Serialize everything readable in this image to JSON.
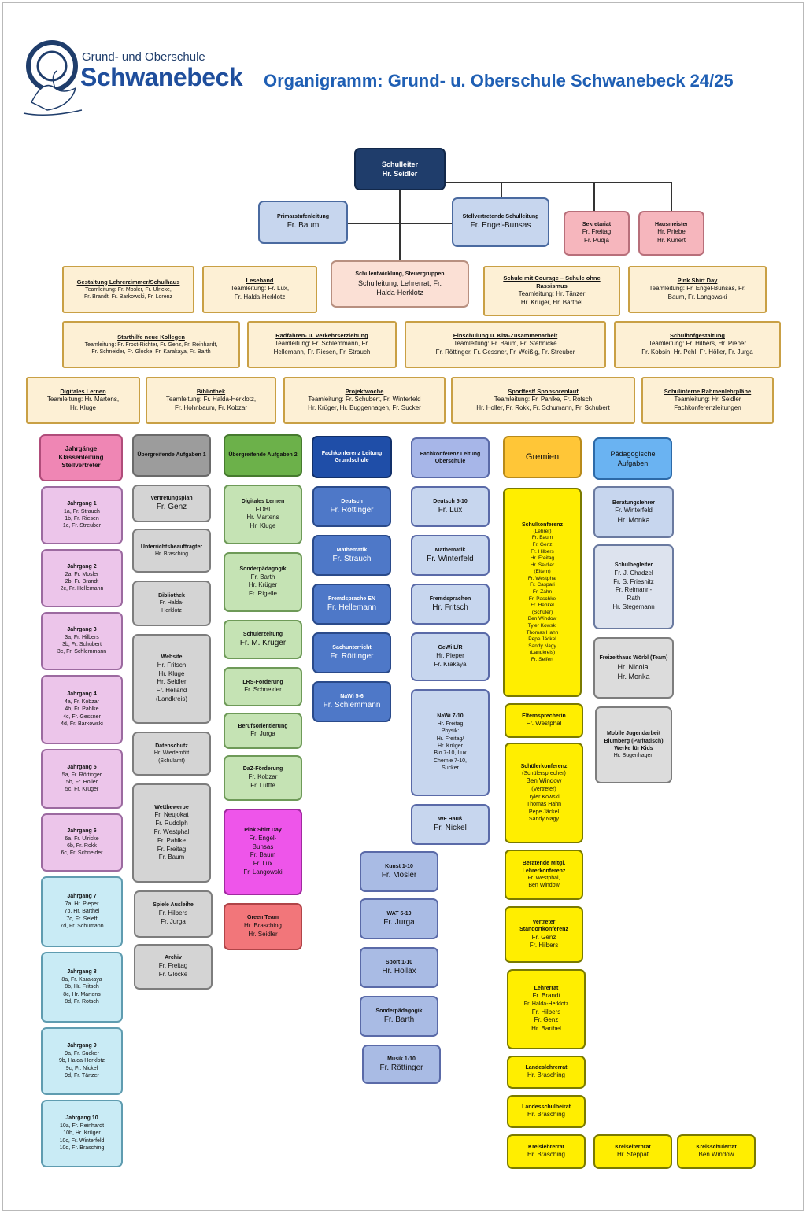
{
  "header": {
    "logo_line1": "Grund- und Oberschule",
    "logo_line2": "Schwanebeck",
    "title": "Organigramm: Grund- u. Oberschule Schwanebeck 24/25"
  },
  "colors": {
    "navy": "#1f3d6b",
    "light_blue": "#c7d6ee",
    "pink": "#f6b6bd",
    "peach": "#fbe0d5",
    "cream": "#fdf0d5",
    "magenta": "#ef86b4",
    "lilac": "#ecc5ea",
    "light_cyan": "#c9ebf5",
    "grey": "#d4d4d4",
    "green": "#c5e3b4",
    "yellow": "#ffee00",
    "orange": "#ffc637",
    "blue_med": "#4e78c8",
    "periwinkle": "#a7b6e8"
  },
  "top": {
    "head": {
      "title": "Schulleiter",
      "lines": [
        "Hr. Seidler"
      ]
    },
    "primar": {
      "title": "Primarstufenleitung",
      "lines": [
        "Fr. Baum"
      ]
    },
    "stellv": {
      "title": "Stellvertretende Schulleitung",
      "lines": [
        "Fr. Engel-Bunsas"
      ]
    },
    "sekretariat": {
      "title": "Sekretariat",
      "lines": [
        "Fr. Freitag",
        "Fr. Pudja"
      ]
    },
    "hausmeister": {
      "title": "Hausmeister",
      "lines": [
        "Hr. Priebe",
        "Hr. Kunert"
      ]
    }
  },
  "teams": {
    "schulentwicklung": {
      "title": "Schulentwicklung, Steuergruppen",
      "lines": [
        "Schulleitung, Lehrerrat, Fr.",
        "Halda-Herklotz"
      ]
    },
    "row1": [
      {
        "title": "Gestaltung Lehrerzimmer/Schulhaus",
        "lines": [
          "Teamleitung: Fr. Mosler, Fr. Ulricke,",
          "Fr. Brandt, Fr. Barkowski, Fr. Lorenz"
        ]
      },
      {
        "title": "Leseband",
        "lines": [
          "Teamleitung: Fr. Lux,",
          "Fr. Halda-Herklotz"
        ]
      },
      {
        "title": "Schule mit Courage – Schule ohne Rassismus",
        "lines": [
          "Teamleitung: Hr. Tänzer",
          "Hr. Krüger, Hr. Barthel"
        ]
      },
      {
        "title": "Pink Shirt Day",
        "lines": [
          "Teamleitung: Fr. Engel-Bunsas, Fr.",
          "Baum, Fr. Langowski"
        ]
      }
    ],
    "row2": [
      {
        "title": "Starthilfe neue Kollegen",
        "lines": [
          "Teamleitung: Fr. Frost-Richter, Fr. Genz, Fr. Reinhardt,",
          "Fr. Schneider, Fr. Glocke, Fr. Karakaya, Fr. Barth"
        ]
      },
      {
        "title": "Radfahren- u. Verkehrserziehung",
        "lines": [
          "Teamleitung: Fr. Schlemmann, Fr.",
          "Hellemann, Fr. Riesen, Fr. Strauch"
        ]
      },
      {
        "title": "Einschulung u. Kita-Zusammenarbeit",
        "lines": [
          "Teamleitung: Fr. Baum, Fr. Stehnicke",
          "Fr. Röttinger, Fr. Gessner, Fr. Weißig, Fr. Streuber"
        ]
      },
      {
        "title": "Schulhofgestaltung",
        "lines": [
          "Teamleitung: Fr. Hilbers, Hr. Pieper",
          "Fr. Kobsin, Hr. Pehl, Fr. Höller, Fr. Jurga"
        ]
      }
    ],
    "row3": [
      {
        "title": "Digitales Lernen",
        "lines": [
          "Teamleitung: Hr. Martens,",
          "Hr. Kluge"
        ]
      },
      {
        "title": "Bibliothek",
        "lines": [
          "Teamleitung: Fr. Halda-Herklotz,",
          "Fr. Hohnbaum, Fr. Kobzar"
        ]
      },
      {
        "title": "Projektwoche",
        "lines": [
          "Teamleitung: Fr. Schubert, Fr. Winterfeld",
          "Hr. Krüger, Hr. Buggenhagen, Fr. Sucker"
        ]
      },
      {
        "title": "Sportfest/ Sponsorenlauf",
        "lines": [
          "Teamleitung: Fr. Pahlke, Fr. Rotsch",
          "Hr. Holler, Fr. Rokk, Fr. Schumann, Fr. Schubert"
        ]
      },
      {
        "title": "Schulinterne Rahmenlehrpläne",
        "lines": [
          "Teamleitung: Hr. Seidler",
          "Fachkonferenzleitungen"
        ]
      }
    ]
  },
  "columns": {
    "jahrgang": {
      "header": "Jahrgänge Klassenleitung Stellvertreter",
      "items": [
        {
          "title": "Jahrgang 1",
          "lines": [
            "1a, Fr. Strauch",
            "1b, Fr. Riesen",
            "1c, Fr. Streuber"
          ]
        },
        {
          "title": "Jahrgang 2",
          "lines": [
            "2a, Fr. Mosler",
            "2b, Fr. Brandt",
            "2c, Fr. Hellemann"
          ]
        },
        {
          "title": "Jahrgang 3",
          "lines": [
            "3a, Fr. Hilbers",
            "3b, Fr. Schubert",
            "3c, Fr. Schlemmann"
          ]
        },
        {
          "title": "Jahrgang 4",
          "lines": [
            "4a, Fr. Kobzar",
            "4b, Fr. Pahlke",
            "4c, Fr. Gessner",
            "4d, Fr. Barkowski"
          ]
        },
        {
          "title": "Jahrgang 5",
          "lines": [
            "5a, Fr. Röttinger",
            "5b, Fr. Höller",
            "5c, Fr. Krüger"
          ]
        },
        {
          "title": "Jahrgang 6",
          "lines": [
            "6a, Fr. Ulricke",
            "6b, Fr. Rokk",
            "6c, Fr. Schneider"
          ]
        },
        {
          "title": "Jahrgang 7",
          "lines": [
            "7a, Hr. Pieper",
            "7b, Hr. Barthel",
            "7c, Fr. Seleff",
            "7d, Fr. Schumann"
          ]
        },
        {
          "title": "Jahrgang 8",
          "lines": [
            "8a, Fr. Karakaya",
            "8b, Hr. Fritsch",
            "8c, Hr. Martens",
            "8d, Fr. Rotsch"
          ]
        },
        {
          "title": "Jahrgang 9",
          "lines": [
            "9a, Fr. Sucker",
            "9b, Halda-Herklotz",
            "9c, Fr. Nickel",
            "9d, Fr. Tänzer"
          ]
        },
        {
          "title": "Jahrgang 10",
          "lines": [
            "10a, Fr. Reinhardt",
            "10b, Hr. Krüger",
            "10c, Fr. Winterfeld",
            "10d, Fr. Brasching"
          ]
        }
      ]
    },
    "aufgaben1": {
      "header": "Übergreifende Aufgaben 1",
      "items": [
        {
          "title": "Vertretungsplan",
          "lines": [
            "Fr. Genz"
          ]
        },
        {
          "title": "Unterrichtsbeauftragter",
          "lines": [
            "Hr. Brasching"
          ]
        },
        {
          "title": "Bibliothek",
          "lines": [
            "Fr. Halda-",
            "Herklotz"
          ]
        },
        {
          "title": "Website",
          "lines": [
            "Hr. Fritsch",
            "Hr. Kluge",
            "Hr. Seidler",
            "Fr. Helland",
            "(Landkreis)"
          ]
        },
        {
          "title": "Datenschutz",
          "lines": [
            "Hr. Wiedemöft",
            "(Schulamt)"
          ]
        },
        {
          "title": "Wettbewerbe",
          "lines": [
            "Fr. Neujokat",
            "Fr. Rudolph",
            "Fr. Westphal",
            "Fr. Pahlke",
            "Fr. Freitag",
            "Fr. Baum"
          ]
        },
        {
          "title": "Spiele Ausleihe",
          "lines": [
            "Fr. Hilbers",
            "Fr. Jurga"
          ]
        },
        {
          "title": "Archiv",
          "lines": [
            "Fr. Freitag",
            "Fr. Glocke"
          ]
        }
      ]
    },
    "aufgaben2": {
      "header": "Übergreifende Aufgaben 2",
      "items": [
        {
          "title": "Digitales Lernen",
          "lines": [
            "FOBI",
            "Hr. Martens",
            "Hr. Kluge"
          ]
        },
        {
          "title": "Sonderpädagogik",
          "lines": [
            "Fr. Barth",
            "Hr. Krüger",
            "Fr. Rigelle"
          ]
        },
        {
          "title": "Schülerzeitung",
          "lines": [
            "Fr. M. Krüger"
          ]
        },
        {
          "title": "LRS-Förderung",
          "lines": [
            "Fr. Schneider"
          ]
        },
        {
          "title": "Berufsorientierung",
          "lines": [
            "Fr. Jurga"
          ]
        },
        {
          "title": "DaZ-Förderung",
          "lines": [
            "Fr. Kobzar",
            "Fr. Luftte"
          ]
        },
        {
          "title": "Pink Shirt Day",
          "lines": [
            "Fr. Engel-",
            "Bunsas",
            "Fr. Baum",
            "Fr. Lux",
            "Fr. Langowski"
          ]
        },
        {
          "title": "Green Team",
          "lines": [
            "Hr. Brasching",
            "Hr. Seidler"
          ]
        }
      ]
    },
    "fk_grund": {
      "header": "Fachkonferenz Leitung Grundschule",
      "items": [
        {
          "title": "Deutsch",
          "lines": [
            "Fr. Röttinger"
          ]
        },
        {
          "title": "Mathematik",
          "lines": [
            "Fr. Strauch"
          ]
        },
        {
          "title": "Fremdsprache EN",
          "lines": [
            "Fr. Hellemann"
          ]
        },
        {
          "title": "Sachunterricht",
          "lines": [
            "Fr. Röttinger"
          ]
        },
        {
          "title": "NaWi 5-6",
          "lines": [
            "Fr. Schlemmann"
          ]
        }
      ]
    },
    "fk_ober": {
      "header": "Fachkonferenz Leitung Oberschule",
      "items": [
        {
          "title": "Deutsch 5-10",
          "lines": [
            "Fr. Lux"
          ]
        },
        {
          "title": "Mathematik",
          "lines": [
            "Fr. Winterfeld"
          ]
        },
        {
          "title": "Fremdsprachen",
          "lines": [
            "Hr. Fritsch"
          ]
        },
        {
          "title": "GeWi L/R",
          "lines": [
            "Hr. Pieper",
            "Fr. Krakaya"
          ]
        },
        {
          "title": "NaWi 7-10",
          "lines": [
            "Hr. Freitag",
            "Physik:",
            "Hr. Freitag/",
            "Hr. Krüger",
            "Bio 7-10, Lux",
            "Chemie 7-10,",
            "Sucker"
          ]
        },
        {
          "title": "WF Hauß",
          "lines": [
            "Fr. Nickel"
          ]
        }
      ]
    },
    "fk_extra": [
      {
        "title": "Kunst 1-10",
        "lines": [
          "Fr. Mosler"
        ]
      },
      {
        "title": "WAT 5-10",
        "lines": [
          "Fr. Jurga"
        ]
      },
      {
        "title": "Sport 1-10",
        "lines": [
          "Hr. Hollax"
        ]
      },
      {
        "title": "Sonderpädagogik",
        "lines": [
          "Fr. Barth"
        ]
      },
      {
        "title": "Musik 1-10",
        "lines": [
          "Fr. Röttinger"
        ]
      }
    ],
    "gremien": {
      "header": "Gremien",
      "items": [
        {
          "title": "Schulkonferenz",
          "lines": [
            "(Lehrer)",
            "Fr. Baum",
            "Fr. Genz",
            "Fr. Hilbers",
            "Hr. Freitag",
            "Hr. Seidler",
            "(Eltern)",
            "Fr. Westphal",
            "Fr. Caspari",
            "Fr. Zahn",
            "Fr. Paschke",
            "Fr. Henkel",
            "(Schüler)",
            "Ben Window",
            "Tyler Kowski",
            "Thomas Hahn",
            "Pepe Jäckel",
            "Sandy Nagy",
            "(Landkreis)",
            "Fr. Seifert"
          ]
        },
        {
          "title": "Elternsprecherin",
          "lines": [
            "Fr. Westphal"
          ]
        },
        {
          "title": "Schülerkonferenz",
          "lines": [
            "(Schülersprecher)",
            "Ben Window",
            "(Vertreter)",
            "Tyler Kowski",
            "Thomas Hahn",
            "Pepe Jäckel",
            "Sandy Nagy"
          ]
        },
        {
          "title": "Beratende Mitgl. Lehrerkonferenz",
          "lines": [
            "Fr. Westphal,",
            "Ben Window"
          ]
        },
        {
          "title": "Vertreter Standortkonferenz",
          "lines": [
            "Fr. Genz",
            "Fr. Hilbers"
          ]
        },
        {
          "title": "Lehrerrat",
          "lines": [
            "Fr. Brandt",
            "Fr. Halda-Herklotz",
            "Fr. Hilbers",
            "Fr. Genz",
            "Hr. Barthel"
          ]
        },
        {
          "title": "Landeslehrerrat",
          "lines": [
            "Hr. Brasching"
          ]
        },
        {
          "title": "Landesschulbeirat",
          "lines": [
            "Hr. Brasching"
          ]
        }
      ],
      "bottom": [
        {
          "title": "Kreislehrerrat",
          "lines": [
            "Hr. Brasching"
          ]
        },
        {
          "title": "Kreiselternrat",
          "lines": [
            "Hr. Steppat"
          ]
        },
        {
          "title": "Kreisschülerrat",
          "lines": [
            "Ben Window"
          ]
        }
      ]
    },
    "paed": {
      "header": "Pädagogische Aufgaben",
      "items": [
        {
          "title": "Beratungslehrer",
          "lines": [
            "Fr. Winterfeld",
            "Hr. Monka"
          ]
        },
        {
          "title": "Schulbegleiter",
          "lines": [
            "Fr. J. Chadzel",
            "Fr. S. Friesnitz",
            "Fr. Reimann-",
            "Rath",
            "Hr. Stegemann"
          ]
        },
        {
          "title": "Freizeithaus Wörbl (Team)",
          "lines": [
            "Hr. Nicolai",
            "Hr. Monka"
          ]
        },
        {
          "title": "Mobile Jugendarbeit Blumberg (Paritätisch) Werke für Kids",
          "lines": [
            "Hr. Bugenhagen"
          ]
        }
      ]
    }
  }
}
